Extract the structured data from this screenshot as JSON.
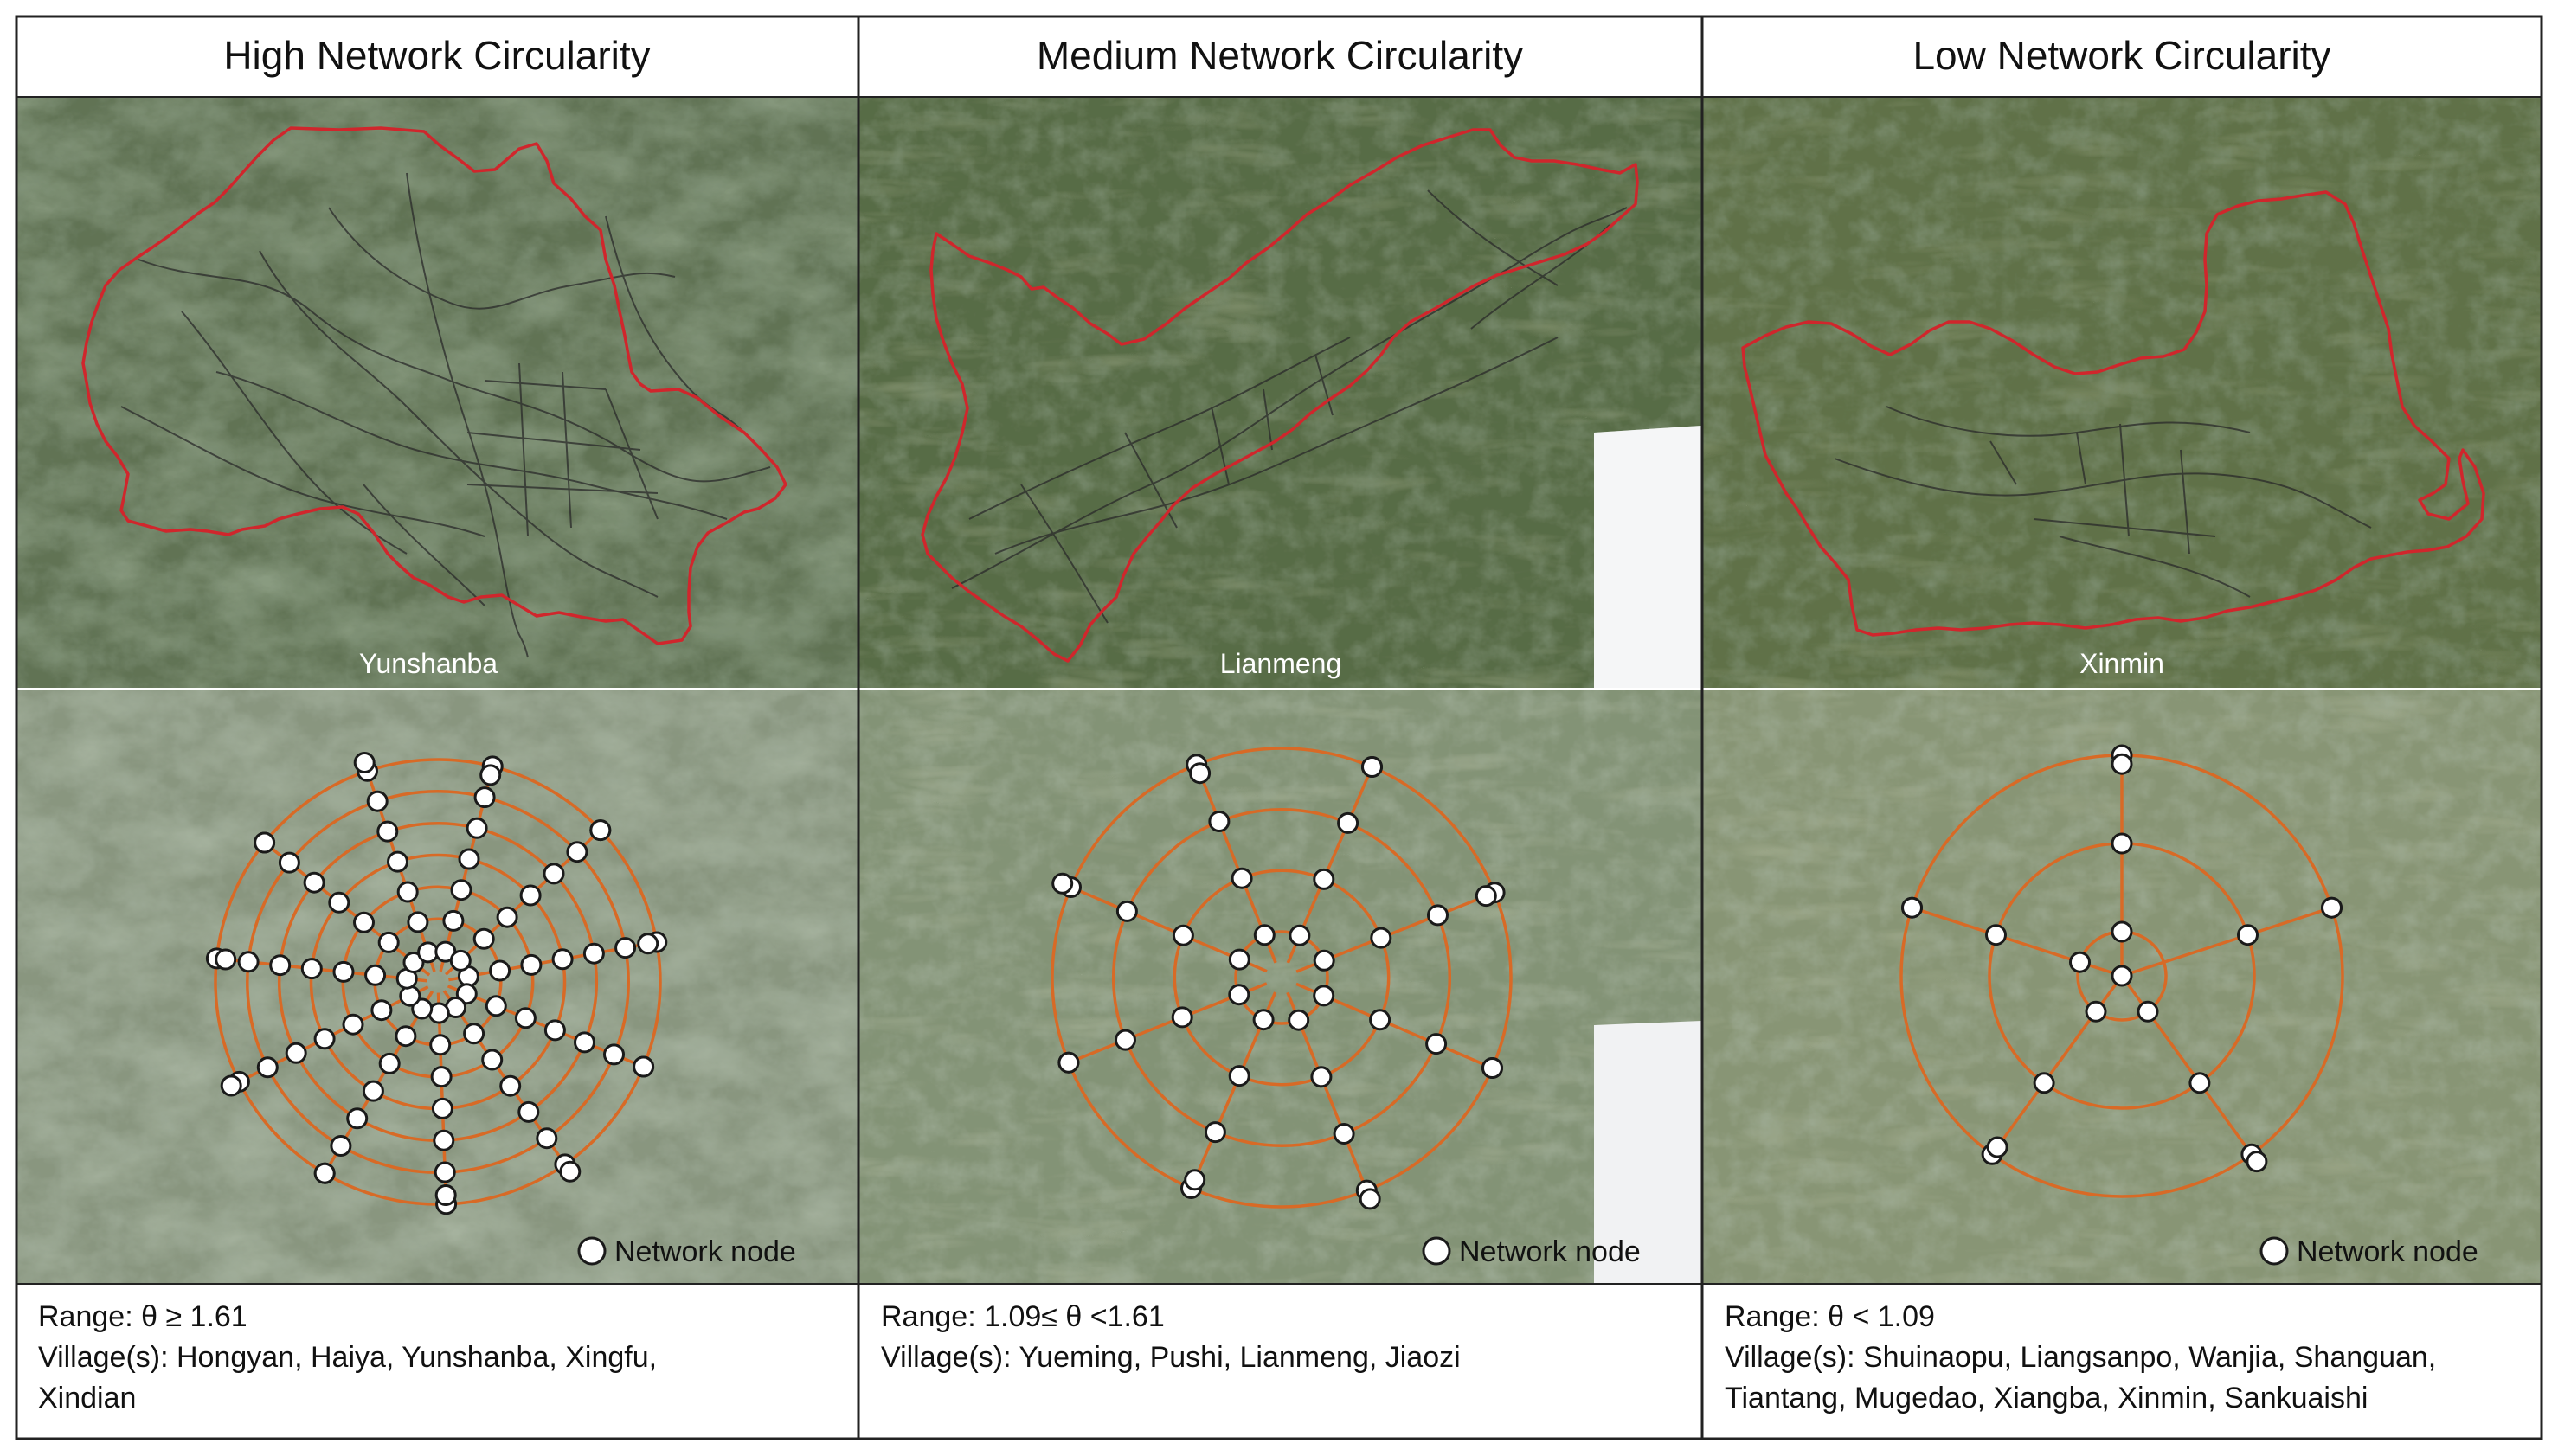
{
  "columns": [
    {
      "heading": "High Network Circularity",
      "village_label": "Yunshanba",
      "legend_label": "Network node",
      "range_text": "Range: θ ≥ 1.61",
      "villages_line1": "Village(s): Hongyan, Haiya, Yunshanba, Xingfu,",
      "villages_line2": "Xindian",
      "rings": 7,
      "spokes": 11
    },
    {
      "heading": "Medium Network Circularity",
      "village_label": "Lianmeng",
      "legend_label": "Network node",
      "range_text": "Range: 1.09≤ θ <1.61",
      "villages_line1": "Village(s): Yueming, Pushi, Lianmeng, Jiaozi",
      "villages_line2": "",
      "rings": 4,
      "spokes": 8
    },
    {
      "heading": "Low Network Circularity",
      "village_label": "Xinmin",
      "legend_label": "Network node",
      "range_text": "Range: θ < 1.09",
      "villages_line1": "Village(s): Shuinaopu, Liangsanpo, Wanjia, Shanguan,",
      "villages_line2": "Tiantang, Mugedao, Xiangba, Xinmin, Sankuaishi",
      "rings": 3,
      "spokes": 5
    }
  ],
  "colors": {
    "boundary": "#d0262c",
    "network": "#d86a26",
    "road": "#2a2a2a",
    "node_fill": "#ffffff",
    "node_stroke": "#1a1a1a",
    "border": "#222222"
  }
}
